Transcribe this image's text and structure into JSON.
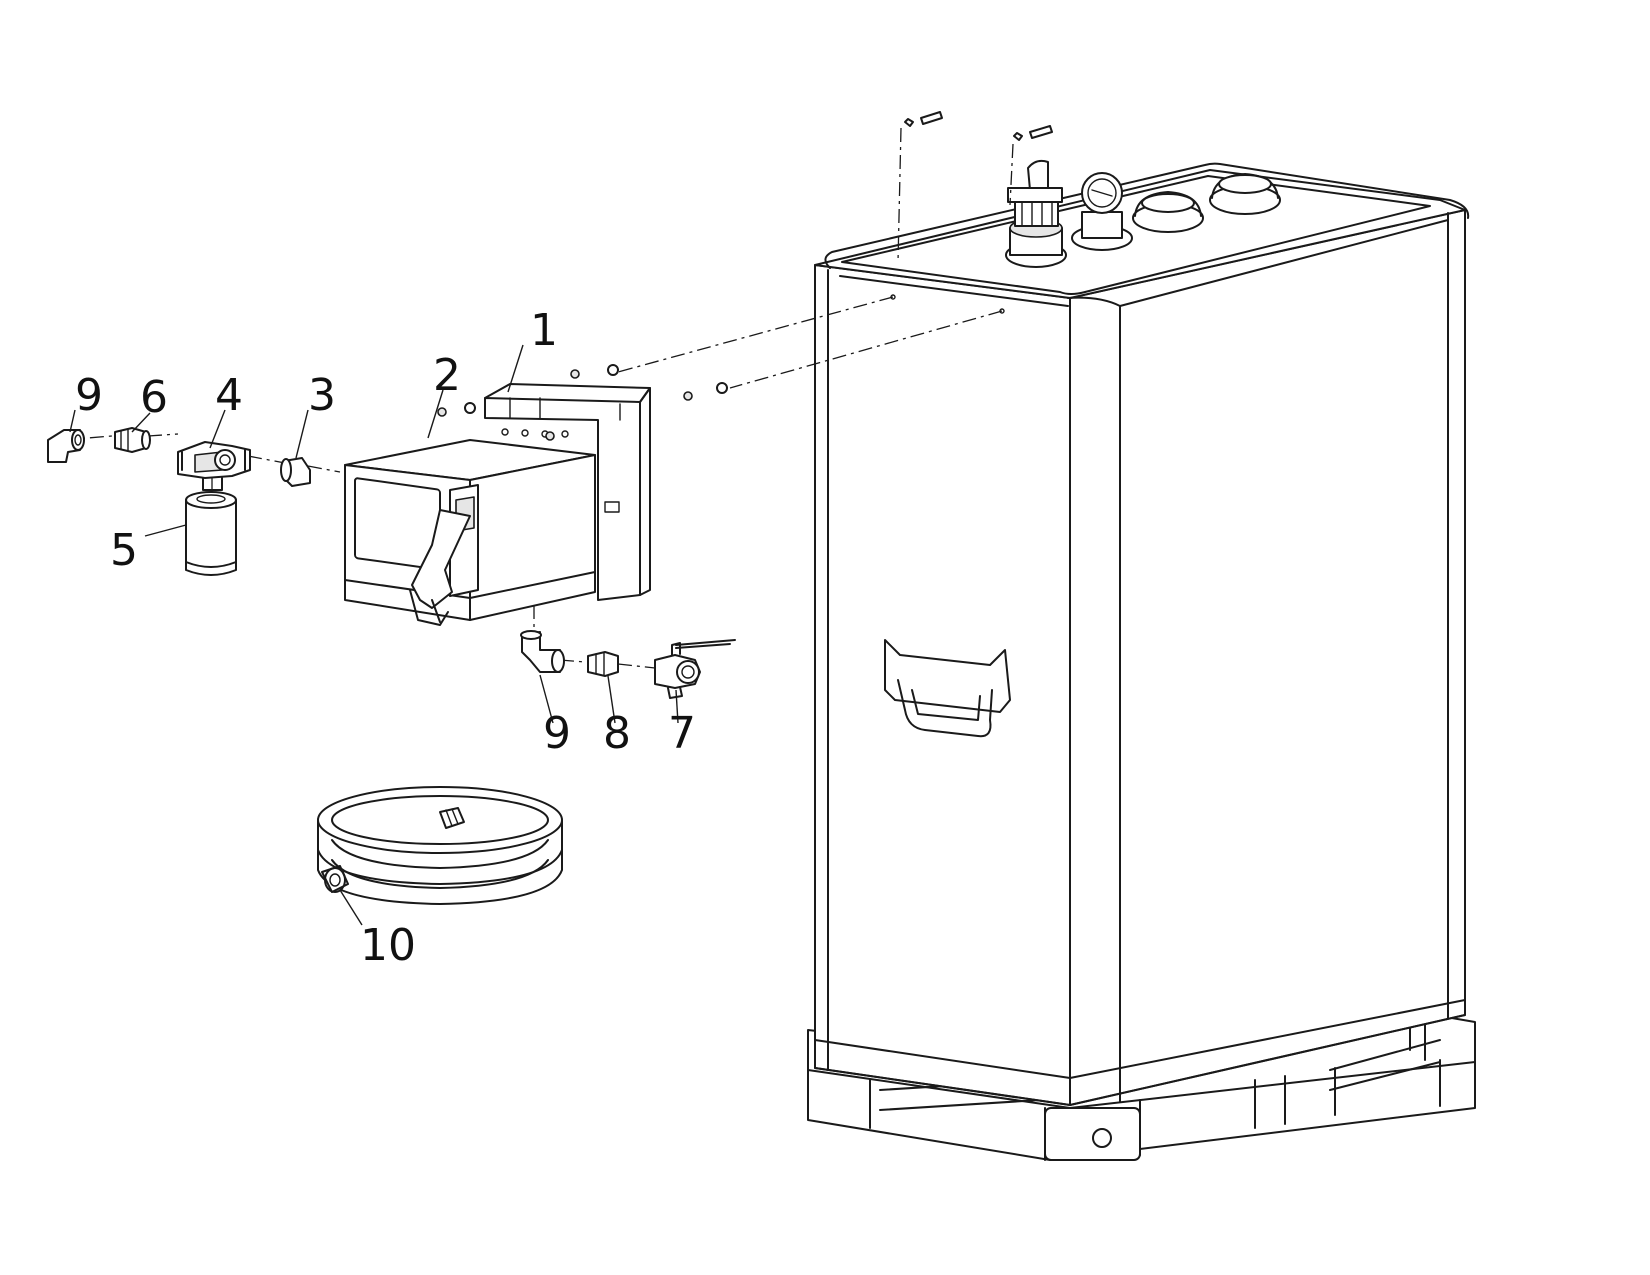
{
  "callouts": {
    "c1": "1",
    "c2": "2",
    "c3": "3",
    "c4": "4",
    "c5": "5",
    "c6": "6",
    "c7": "7",
    "c8": "8",
    "c9_top": "9",
    "c9_bottom": "9",
    "c10": "10"
  },
  "colors": {
    "line": "#1a1a1a",
    "background": "#ffffff",
    "shade": "#e6e6e6"
  }
}
